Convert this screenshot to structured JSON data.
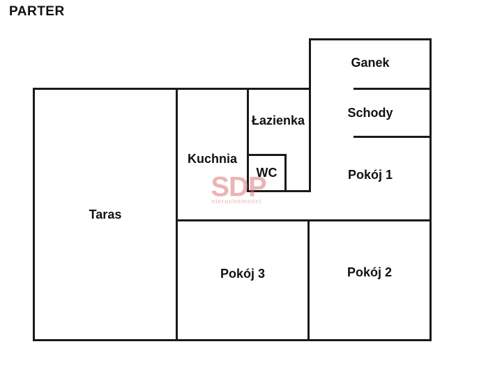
{
  "title": "PARTER",
  "floorplan": {
    "rooms": [
      {
        "id": "ganek",
        "label": "Ganek"
      },
      {
        "id": "schody",
        "label": "Schody"
      },
      {
        "id": "lazienka",
        "label": "Łazienka"
      },
      {
        "id": "kuchnia",
        "label": "Kuchnia"
      },
      {
        "id": "wc",
        "label": "WC"
      },
      {
        "id": "pokoj1",
        "label": "Pokój 1"
      },
      {
        "id": "taras",
        "label": "Taras"
      },
      {
        "id": "pokoj3",
        "label": "Pokój 3"
      },
      {
        "id": "pokoj2",
        "label": "Pokój 2"
      }
    ]
  },
  "watermark": {
    "text": "SDP",
    "subtext": "nieruchomości",
    "color": "#d96c6c"
  },
  "colors": {
    "wall": "#1a1a1a",
    "background": "#ffffff",
    "label_text": "#111111"
  }
}
